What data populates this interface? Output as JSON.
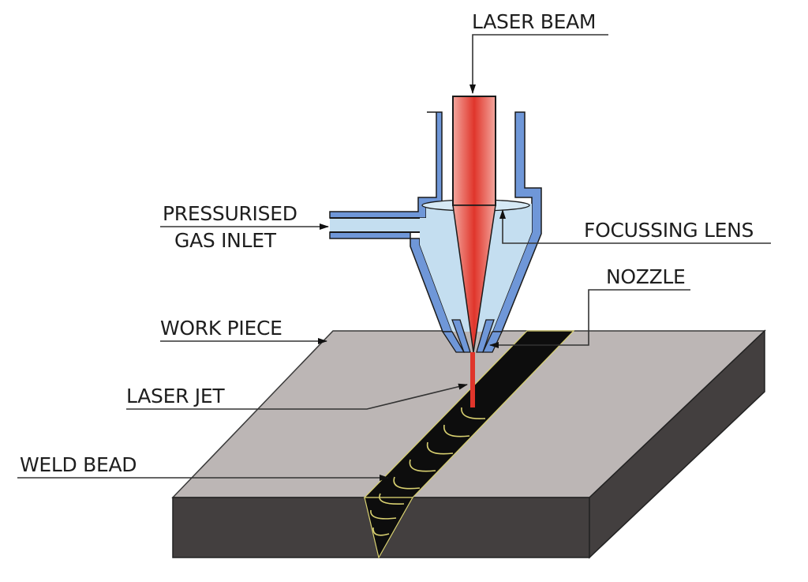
{
  "title": "Laser welding process diagram",
  "labels": {
    "laser_beam": "LASER BEAM",
    "pressurised_line1": "PRESSURISED",
    "pressurised_line2": "GAS INLET",
    "focussing_lens": "FOCUSSING LENS",
    "nozzle": "NOZZLE",
    "work_piece": "WORK PIECE",
    "laser_jet": "LASER JET",
    "weld_bead": "WELD BEAD"
  },
  "colors": {
    "laser": "#e0352b",
    "laser_light": "#f08a80",
    "nozzle_wall": "#6f97d8",
    "nozzle_gas": "#c4def0",
    "workpiece_top": "#bcb6b5",
    "workpiece_side": "#433f3f",
    "weld_bead": "#0d0d0d",
    "bead_ripple": "#d8d070"
  }
}
